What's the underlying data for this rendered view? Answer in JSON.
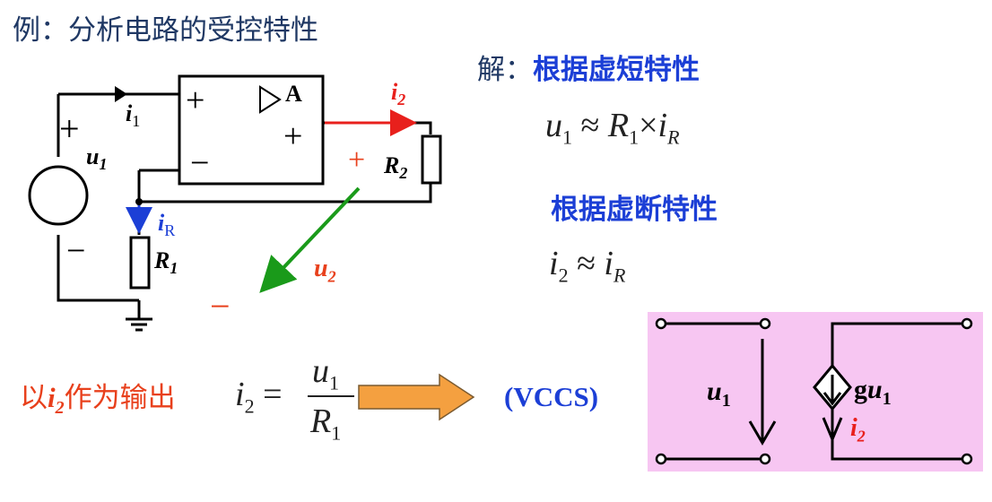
{
  "title": "例：分析电路的受控特性",
  "solution": {
    "prefix": "解：",
    "virtual_short": "根据虚短特性",
    "virtual_open": "根据虚断特性"
  },
  "equations": {
    "eq1": {
      "lhs": "u",
      "lhs_sub": "1",
      "op": "≈",
      "r": "R",
      "r_sub": "1",
      "times": "×",
      "i": "i",
      "i_sub": "R"
    },
    "eq2": {
      "lhs": "i",
      "lhs_sub": "2",
      "op": "≈",
      "rhs": "i",
      "rhs_sub": "R"
    },
    "eq3": {
      "lhs": "i",
      "lhs_sub": "2",
      "op": "=",
      "num": "u",
      "num_sub": "1",
      "den": "R",
      "den_sub": "1"
    }
  },
  "output_label": {
    "pre": "以",
    "var": "i",
    "var_sub": "2",
    "post": "作为输出"
  },
  "vccs_label": "(VCCS)",
  "circuit": {
    "opamp_label": "A",
    "opamp_plus_in": "+",
    "opamp_minus_in": "−",
    "opamp_plus_out": "+",
    "source_plus": "+",
    "source_minus": "−",
    "u1": "u",
    "u1_sub": "1",
    "i1": "i",
    "i1_sub": "1",
    "iR": "i",
    "iR_sub": "R",
    "R1": "R",
    "R1_sub": "1",
    "R2": "R",
    "R2_sub": "2",
    "i2": "i",
    "i2_sub": "2",
    "u2": "u",
    "u2_sub": "2",
    "u2_plus": "+",
    "u2_minus": "−"
  },
  "equivalent": {
    "u1": "u",
    "u1_sub": "1",
    "gu1": "g",
    "gu1_var": "u",
    "gu1_sub": "1",
    "i2": "i",
    "i2_sub": "2"
  },
  "colors": {
    "title": "#1f3864",
    "solution_blue": "#1c3fd6",
    "red": "#e8201c",
    "orange_red": "#e8401c",
    "green": "#1a9a1a",
    "pink_box": "#f7c6f2",
    "arrow_orange": "#f4a040"
  }
}
